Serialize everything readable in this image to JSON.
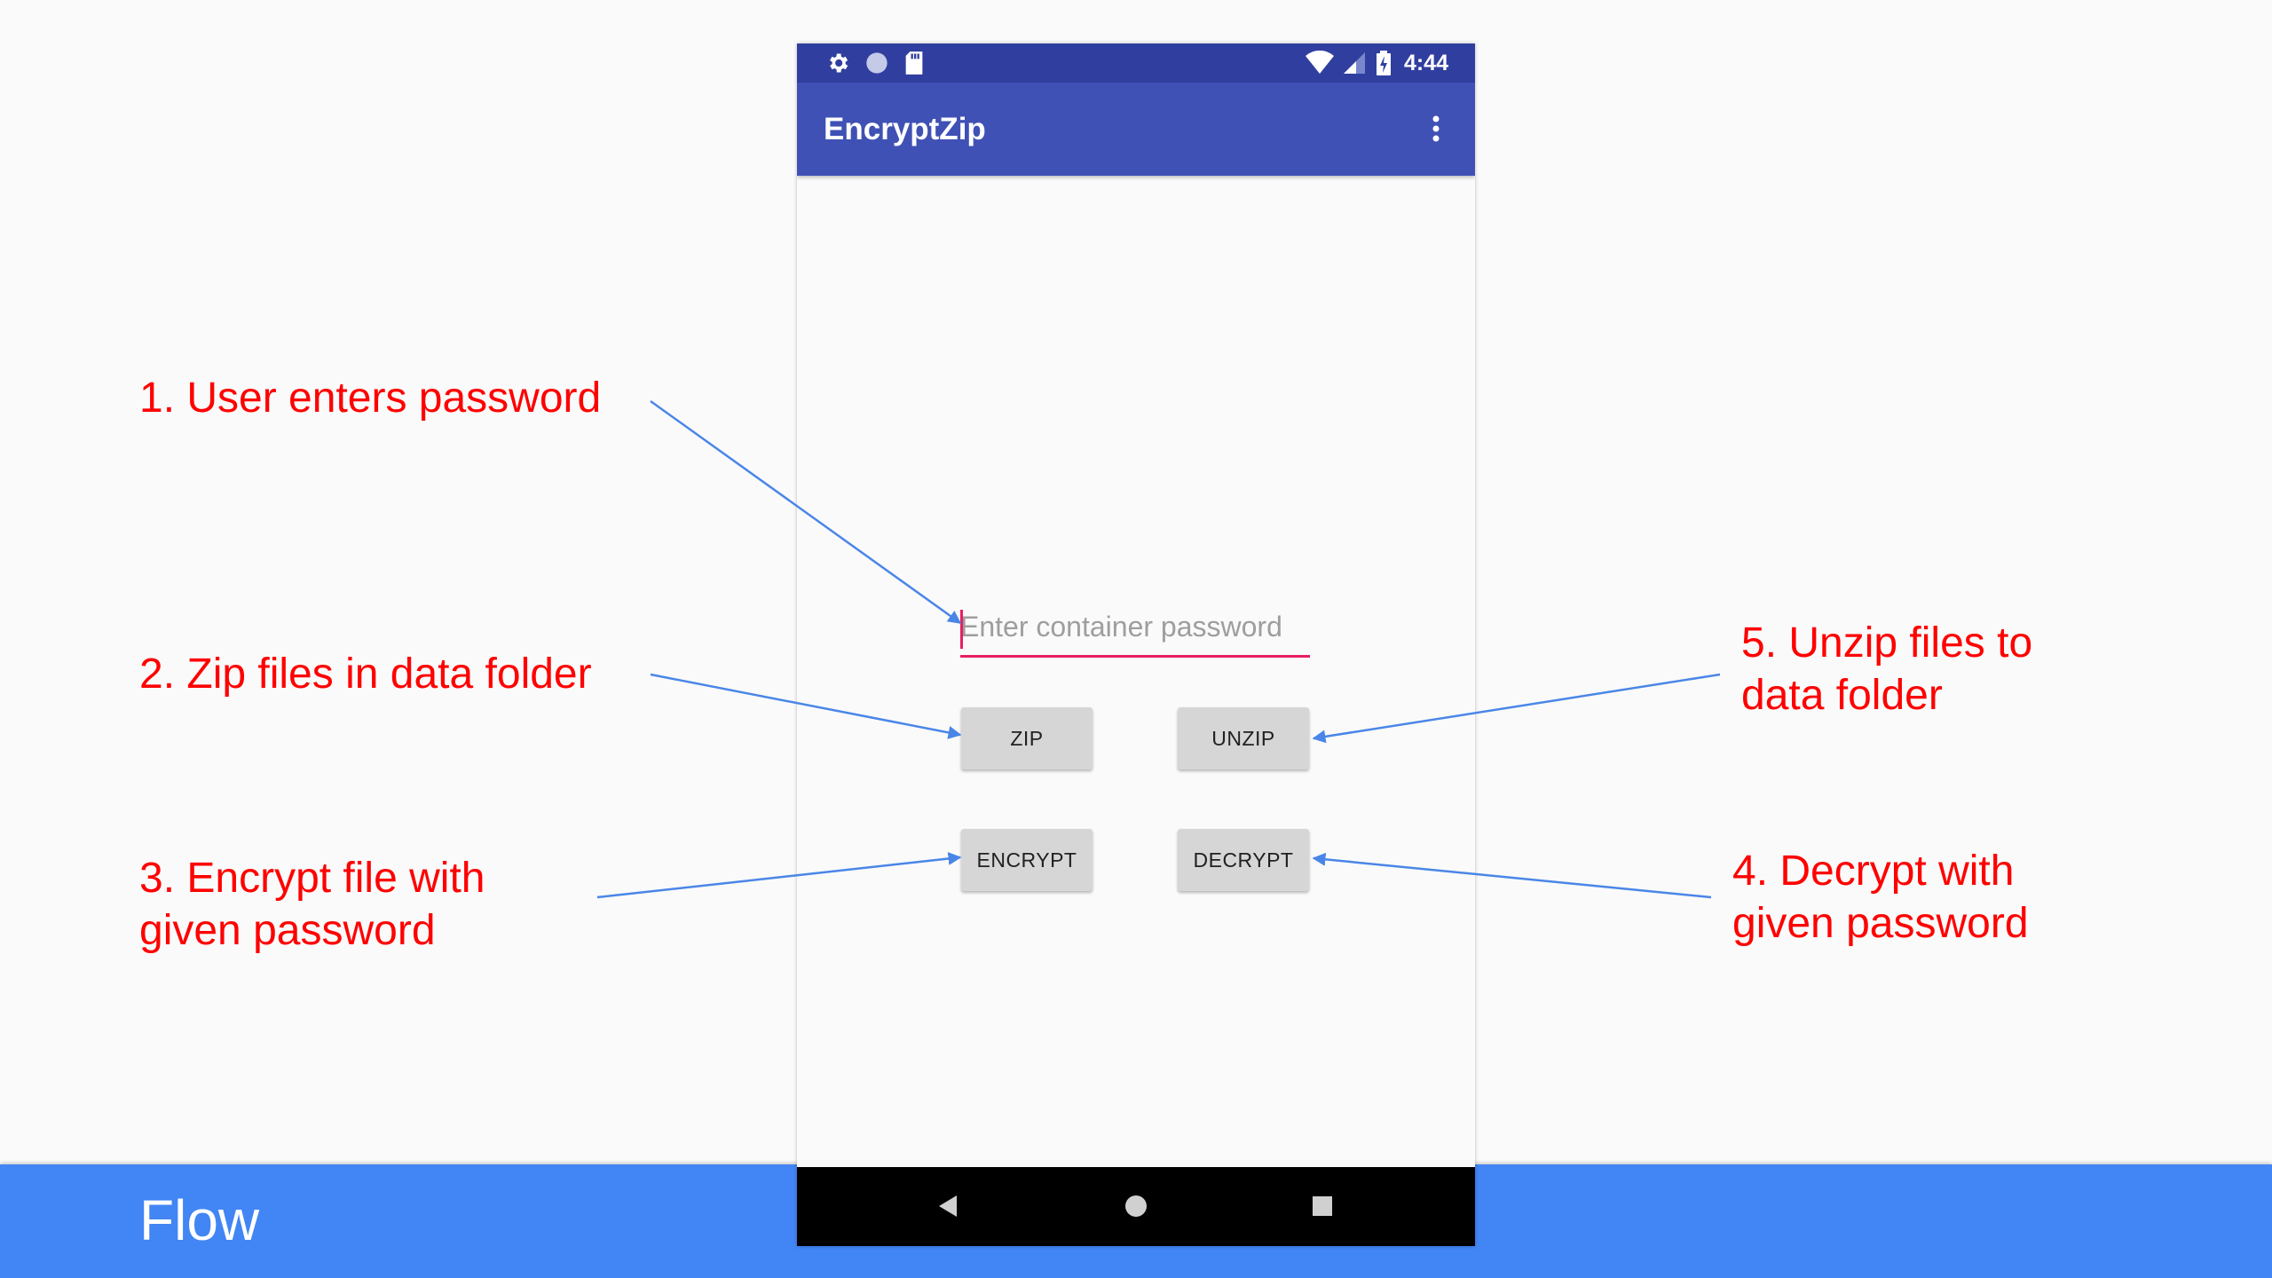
{
  "slide": {
    "footer_title": "Flow",
    "footer_color": "#4285f4",
    "annotation_color": "#ff0000",
    "arrow_color": "#4a86e8"
  },
  "annotations": [
    {
      "id": "enter-password",
      "lines": [
        "1. User enters password"
      ]
    },
    {
      "id": "zip",
      "lines": [
        "2. Zip files in data folder"
      ]
    },
    {
      "id": "encrypt",
      "lines": [
        "3. Encrypt file with",
        "given password"
      ]
    },
    {
      "id": "decrypt",
      "lines": [
        "4. Decrypt with",
        "given password"
      ]
    },
    {
      "id": "unzip",
      "lines": [
        "5. Unzip files to",
        "data folder"
      ]
    }
  ],
  "phone": {
    "status_bar": {
      "time": "4:44",
      "left_icons": [
        "settings-icon",
        "circle-icon",
        "sd-card-icon"
      ],
      "right_icons": [
        "wifi-icon",
        "cell-signal-icon",
        "battery-charging-icon"
      ]
    },
    "app_bar": {
      "title": "EncryptZip",
      "menu_icon": "more-vert-icon",
      "color": "#3f51b5",
      "status_color": "#303f9f"
    },
    "password_field": {
      "value": "",
      "placeholder": "Enter container password",
      "accent_color": "#e91e63"
    },
    "buttons": {
      "zip": "ZIP",
      "unzip": "UNZIP",
      "encrypt": "ENCRYPT",
      "decrypt": "DECRYPT"
    },
    "nav_bar": {
      "icons": [
        "back-icon",
        "home-icon",
        "recents-icon"
      ]
    }
  }
}
